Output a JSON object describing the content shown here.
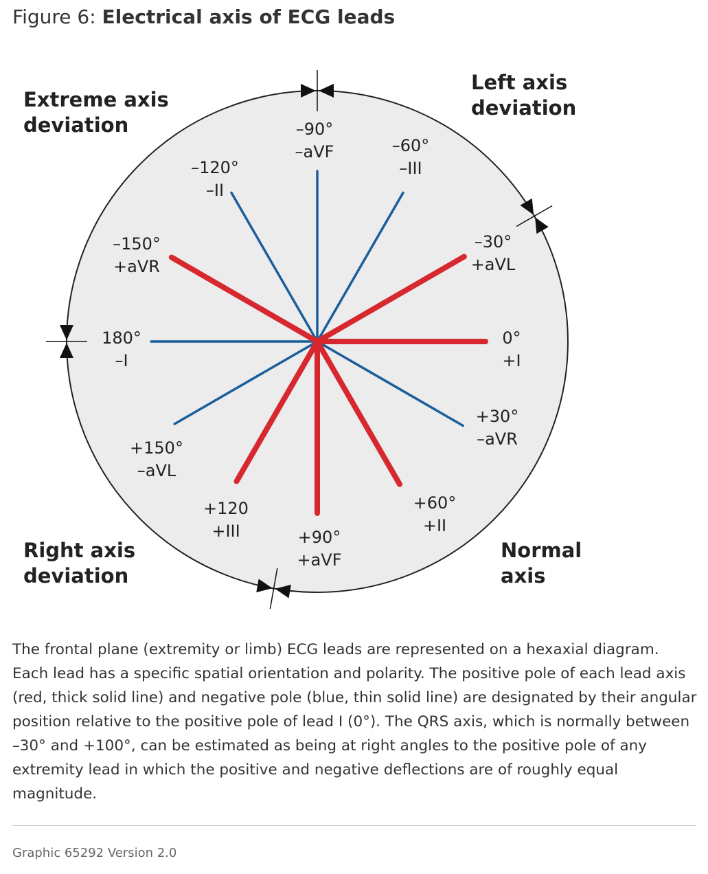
{
  "figure": {
    "title_prefix": "Figure 6:",
    "title_bold": "Electrical axis of ECG leads"
  },
  "diagram": {
    "colors": {
      "positive_pole": "#d7282f",
      "negative_pole": "#1a5e9a",
      "circle_fill": "#ececec",
      "circle_stroke": "#222222"
    },
    "zones": {
      "extreme": [
        "Extreme axis",
        "deviation"
      ],
      "left": [
        "Left axis",
        "deviation"
      ],
      "right": [
        "Right axis",
        "deviation"
      ],
      "normal": [
        "Normal",
        "axis"
      ]
    },
    "axes": [
      {
        "angle": 0,
        "pole": "positive",
        "labels": [
          "0°",
          "+I"
        ]
      },
      {
        "angle": 30,
        "pole": "negative",
        "labels": [
          "+30°",
          "–aVR"
        ]
      },
      {
        "angle": 60,
        "pole": "positive",
        "labels": [
          "+60°",
          "+II"
        ]
      },
      {
        "angle": 90,
        "pole": "positive",
        "labels": [
          "+90°",
          "+aVF"
        ]
      },
      {
        "angle": 120,
        "pole": "positive",
        "labels": [
          "+120",
          "+III"
        ]
      },
      {
        "angle": 150,
        "pole": "negative",
        "labels": [
          "+150°",
          "–aVL"
        ]
      },
      {
        "angle": 180,
        "pole": "negative",
        "labels": [
          "180°",
          "–I"
        ]
      },
      {
        "angle": -150,
        "pole": "positive",
        "labels": [
          "–150°",
          "+aVR"
        ]
      },
      {
        "angle": -120,
        "pole": "negative",
        "labels": [
          "–120°",
          "–II"
        ]
      },
      {
        "angle": -90,
        "pole": "negative",
        "labels": [
          "–90°",
          "–aVF"
        ]
      },
      {
        "angle": -60,
        "pole": "negative",
        "labels": [
          "–60°",
          "–III"
        ]
      },
      {
        "angle": -30,
        "pole": "positive",
        "labels": [
          "–30°",
          "+aVL"
        ]
      }
    ]
  },
  "caption": "The frontal plane (extremity or limb) ECG leads are represented on a hexaxial diagram. Each lead has a specific spatial orientation and polarity. The positive pole of each lead axis (red, thick solid line) and negative pole (blue, thin solid line) are designated by their angular position relative to the positive pole of lead I (0°). The QRS axis, which is normally between –30° and +100°, can be estimated as being at right angles to the positive pole of any extremity lead in which the positive and negative deflections are of roughly equal magnitude.",
  "footer": "Graphic 65292 Version 2.0"
}
